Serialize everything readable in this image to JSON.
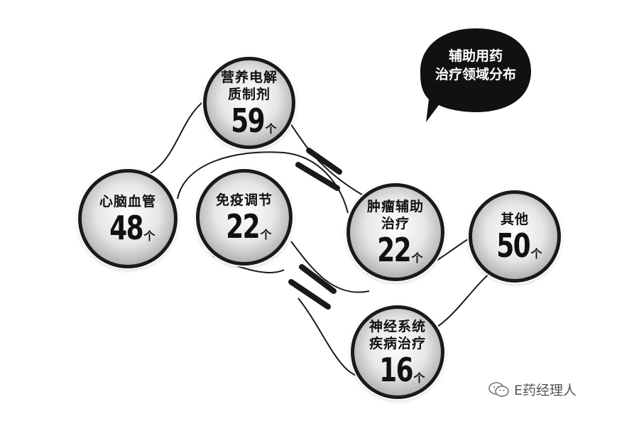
{
  "title": "辅助用药\n治疗领域分布",
  "nodes": [
    {
      "id": "electrolyte",
      "label": "营养电解\n质制剂",
      "count": "59",
      "unit": "个"
    },
    {
      "id": "cardio",
      "label": "心脑血管",
      "count": "48",
      "unit": "个"
    },
    {
      "id": "immune",
      "label": "免疫调节",
      "count": "22",
      "unit": "个"
    },
    {
      "id": "tumor",
      "label": "肿瘤辅助\n治疗",
      "count": "22",
      "unit": "个"
    },
    {
      "id": "other",
      "label": "其他",
      "count": "50",
      "unit": "个"
    },
    {
      "id": "neuro",
      "label": "神经系统\n疾病治疗",
      "count": "16",
      "unit": "个"
    }
  ],
  "watermark": {
    "text": "E药经理人",
    "icon": "wechat-icon"
  },
  "colors": {
    "ink": "#1a1a1a",
    "bubble": "#111111",
    "watermark": "#555555"
  }
}
